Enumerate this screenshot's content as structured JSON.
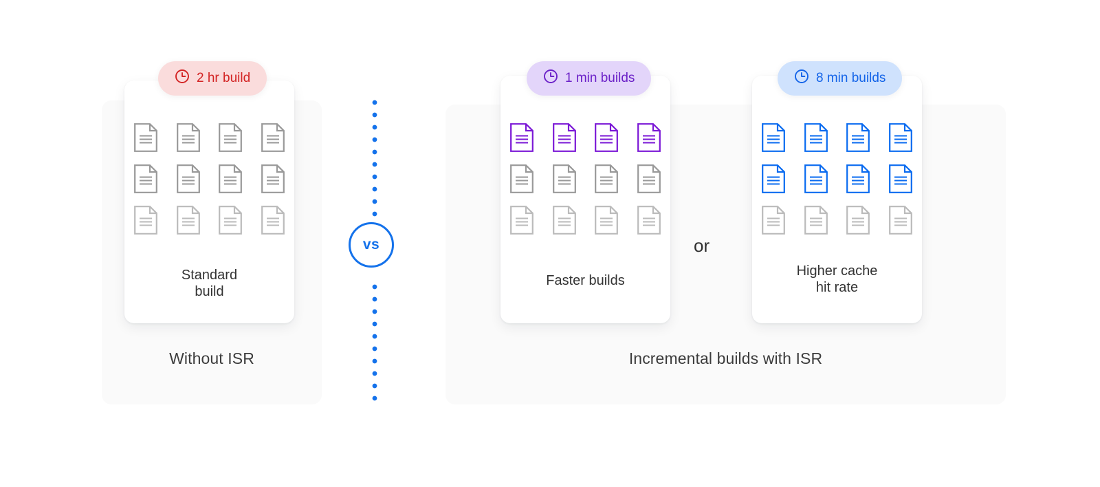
{
  "colors": {
    "page_bg": "#ffffff",
    "panel_bg": "#fafafa",
    "card_bg": "#ffffff",
    "doc_gray": "#999999",
    "doc_gray_light": "#bbbbbb",
    "accent_red": "#d32424",
    "accent_red_bg": "#fadcdc",
    "accent_purple": "#7b18d6",
    "accent_purple_text": "#6b21c8",
    "accent_purple_bg": "#e3d5fa",
    "accent_blue": "#0a6bf0",
    "accent_blue_text": "#1464e8",
    "accent_blue_bg": "#cfe2fd",
    "divider_blue": "#1472eb",
    "text_primary": "#333333",
    "text_caption": "#3c3c3c"
  },
  "left_panel": {
    "caption": "Without ISR",
    "card": {
      "badge": {
        "icon": "clock-icon",
        "label": "2 hr build",
        "color": "#d32424",
        "bg": "#fadcdc"
      },
      "label_line1": "Standard",
      "label_line2": "build",
      "doc_grid": {
        "columns": 4,
        "rows": 3,
        "total": 12,
        "highlighted_count": 0,
        "highlight_color": "#999999",
        "rows_state": [
          "gray",
          "gray",
          "gray"
        ]
      }
    }
  },
  "divider": {
    "label": "vs",
    "color": "#1472eb",
    "style": "dotted-vertical"
  },
  "right_panel": {
    "caption": "Incremental builds with ISR",
    "conjunction": "or",
    "cards": [
      {
        "id": "faster-builds",
        "badge": {
          "icon": "clock-icon",
          "label": "1 min builds",
          "color": "#6b21c8",
          "bg": "#e3d5fa"
        },
        "label_line1": "Faster builds",
        "label_line2": "",
        "doc_grid": {
          "columns": 4,
          "rows": 3,
          "total": 12,
          "highlighted_count": 4,
          "highlight_color": "#7b18d6",
          "rows_state": [
            "highlight",
            "gray",
            "gray"
          ]
        }
      },
      {
        "id": "higher-cache-hit-rate",
        "badge": {
          "icon": "clock-icon",
          "label": "8 min builds",
          "color": "#1464e8",
          "bg": "#cfe2fd"
        },
        "label_line1": "Higher cache",
        "label_line2": "hit rate",
        "doc_grid": {
          "columns": 4,
          "rows": 3,
          "total": 12,
          "highlighted_count": 8,
          "highlight_color": "#0a6bf0",
          "rows_state": [
            "highlight",
            "highlight",
            "gray"
          ]
        }
      }
    ]
  }
}
